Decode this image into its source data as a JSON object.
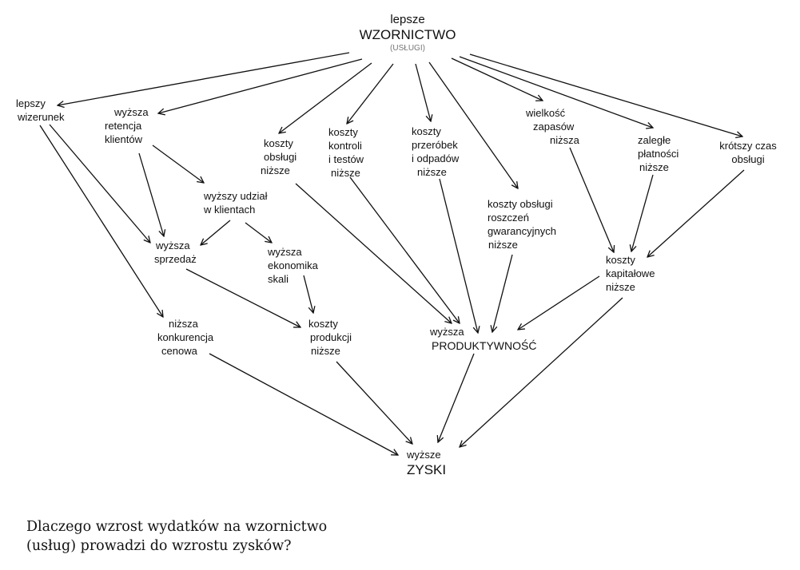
{
  "nodes": {
    "root": {
      "line1": "lepsze",
      "line2": "WZORNICTWO",
      "line3": "(USŁUGI)"
    },
    "wizerunek": {
      "line1": "lepszy",
      "line2": "wizerunek"
    },
    "retencja": {
      "line1": "wyższa",
      "line2": "retencja",
      "line3": "klientów"
    },
    "udzial": {
      "line1": "wyższy udział",
      "line2": "w klientach"
    },
    "sprzedaz": {
      "line1": "wyższa",
      "line2": "sprzedaż"
    },
    "ekonomika": {
      "line1": "wyższa",
      "line2": "ekonomika",
      "line3": "skali"
    },
    "konkurencja": {
      "line1": "niższa",
      "line2": "konkurencja",
      "line3": "cenowa"
    },
    "produkcja": {
      "line1": "koszty",
      "line2": "produkcji",
      "line3": "niższe"
    },
    "obslugi": {
      "line1": "koszty",
      "line2": "obsługi",
      "line3": "niższe"
    },
    "kontroli": {
      "line1": "koszty",
      "line2": "kontroli",
      "line3": "i testów",
      "line4": "niższe"
    },
    "przerobek": {
      "line1": "koszty",
      "line2": "przeróbek",
      "line3": "i odpadów",
      "line4": "niższe"
    },
    "roszczen": {
      "line1": "koszty obsługi",
      "line2": "roszczeń",
      "line3": "gwarancyjnych",
      "line4": "niższe"
    },
    "zapasow": {
      "line1": "wielkość",
      "line2": "zapasów",
      "line3": "niższa"
    },
    "platnosci": {
      "line1": "zaległe",
      "line2": "płatności",
      "line3": "niższe"
    },
    "czas": {
      "line1": "krótszy czas",
      "line2": "obsługi"
    },
    "kapitalowe": {
      "line1": "koszty",
      "line2": "kapitałowe",
      "line3": "niższe"
    },
    "produktywnosc": {
      "line1": "wyższa",
      "line2": "PRODUKTYWNOŚĆ"
    },
    "zyski": {
      "line1": "wyższe",
      "line2": "ZYSKI"
    }
  },
  "edges": [
    [
      "root",
      "wizerunek"
    ],
    [
      "root",
      "retencja"
    ],
    [
      "root",
      "obslugi"
    ],
    [
      "root",
      "kontroli"
    ],
    [
      "root",
      "przerobek"
    ],
    [
      "root",
      "roszczen"
    ],
    [
      "root",
      "zapasow"
    ],
    [
      "root",
      "platnosci"
    ],
    [
      "root",
      "czas"
    ],
    [
      "wizerunek",
      "sprzedaz"
    ],
    [
      "wizerunek",
      "konkurencja"
    ],
    [
      "retencja",
      "sprzedaz"
    ],
    [
      "retencja",
      "udzial"
    ],
    [
      "udzial",
      "sprzedaz"
    ],
    [
      "udzial",
      "ekonomika"
    ],
    [
      "sprzedaz",
      "produkcja"
    ],
    [
      "ekonomika",
      "produkcja"
    ],
    [
      "obslugi",
      "produktywnosc"
    ],
    [
      "kontroli",
      "produktywnosc"
    ],
    [
      "przerobek",
      "produktywnosc"
    ],
    [
      "roszczen",
      "produktywnosc"
    ],
    [
      "zapasow",
      "kapitalowe"
    ],
    [
      "platnosci",
      "kapitalowe"
    ],
    [
      "czas",
      "kapitalowe"
    ],
    [
      "kapitalowe",
      "produktywnosc"
    ],
    [
      "kapitalowe",
      "zyski"
    ],
    [
      "konkurencja",
      "zyski"
    ],
    [
      "produkcja",
      "zyski"
    ],
    [
      "produktywnosc",
      "zyski"
    ]
  ],
  "caption": {
    "line1": "Dlaczego wzrost wydatków na wzornictwo",
    "line2": "(usług) prowadzi do wzrostu zysków?"
  }
}
